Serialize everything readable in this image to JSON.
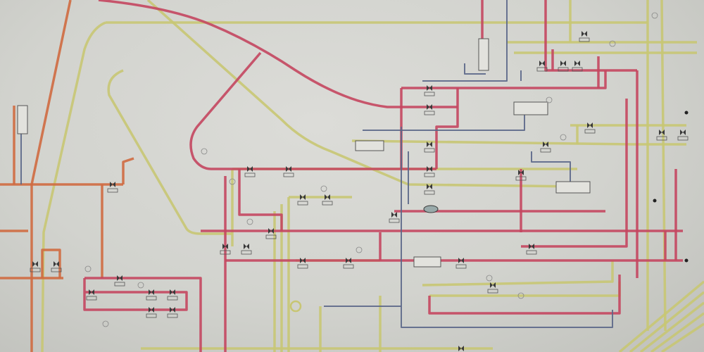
{
  "diagram": {
    "colors": {
      "background": "#d4d5d0",
      "pipe_red": "#c4465f",
      "pipe_yellow": "#c8c673",
      "pipe_orange": "#cf6a40",
      "pipe_blue": "#5b6788",
      "valve": "#3a3a3a",
      "tag_box": "#555555"
    },
    "symbols": [
      "valve",
      "tag-box",
      "vessel",
      "gauge-circle"
    ]
  }
}
